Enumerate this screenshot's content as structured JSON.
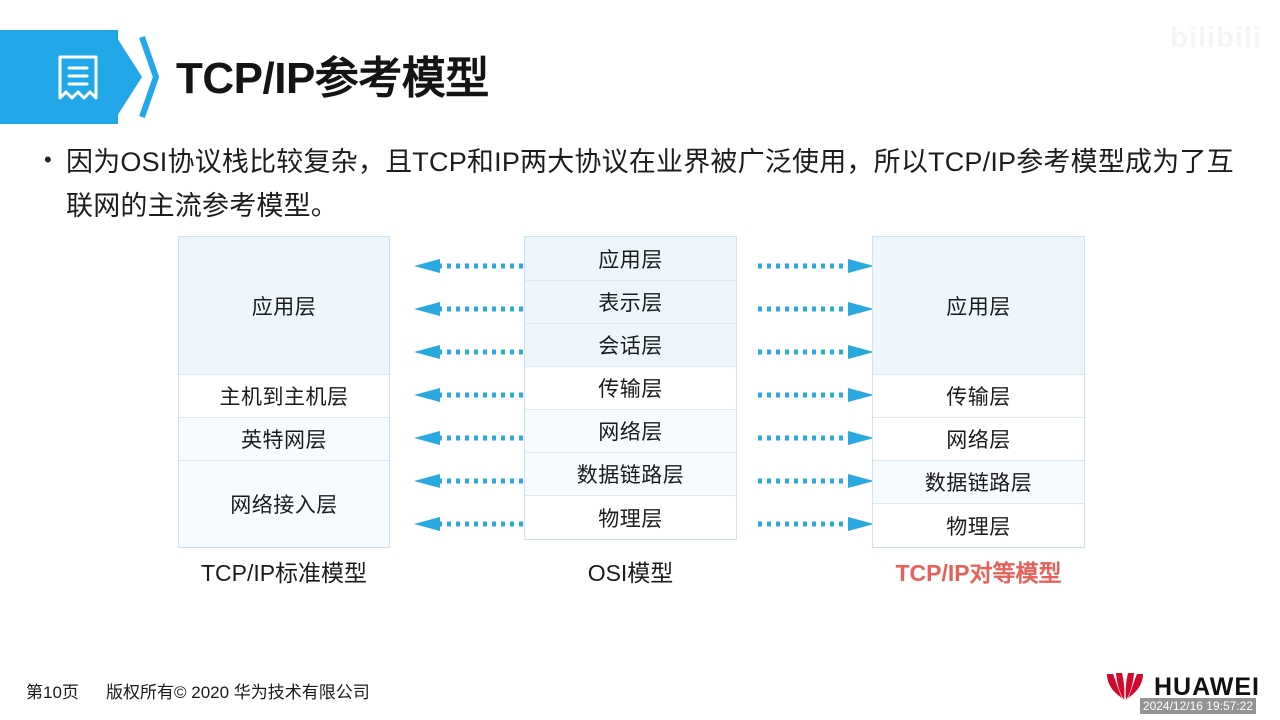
{
  "header": {
    "title": "TCP/IP参考模型",
    "icon": "document-receipt-icon",
    "watermark": "bilibili",
    "banner_color": "#22a8e8"
  },
  "body": {
    "bullet_marker": "•",
    "paragraph": "因为OSI协议栈比较复杂，且TCP和IP两大协议在业界被广泛使用，所以TCP/IP参考模型成为了互联网的主流参考模型。"
  },
  "diagram": {
    "arrow_color": "#29a9e0",
    "columns": [
      {
        "id": "tcpip-standard",
        "label": "TCP/IP标准模型",
        "label_color": "#1b1b1b",
        "layers": [
          {
            "name": "应用层",
            "height": 138,
            "tint": "tint"
          },
          {
            "name": "主机到主机层",
            "height": 43,
            "tint": ""
          },
          {
            "name": "英特网层",
            "height": 43,
            "tint": "tint3"
          },
          {
            "name": "网络接入层",
            "height": 86,
            "tint": "tint3"
          }
        ]
      },
      {
        "id": "osi",
        "label": "OSI模型",
        "label_color": "#1b1b1b",
        "layers": [
          {
            "name": "应用层",
            "height": 44,
            "tint": "tint"
          },
          {
            "name": "表示层",
            "height": 43,
            "tint": "tint"
          },
          {
            "name": "会话层",
            "height": 43,
            "tint": "tint"
          },
          {
            "name": "传输层",
            "height": 43,
            "tint": ""
          },
          {
            "name": "网络层",
            "height": 43,
            "tint": "tint3"
          },
          {
            "name": "数据链路层",
            "height": 43,
            "tint": "tint3"
          },
          {
            "name": "物理层",
            "height": 43,
            "tint": ""
          }
        ]
      },
      {
        "id": "tcpip-peer",
        "label": "TCP/IP对等模型",
        "label_color": "#e8605a",
        "layers": [
          {
            "name": "应用层",
            "height": 138,
            "tint": "tint"
          },
          {
            "name": "传输层",
            "height": 43,
            "tint": ""
          },
          {
            "name": "网络层",
            "height": 43,
            "tint": ""
          },
          {
            "name": "数据链路层",
            "height": 43,
            "tint": "tint3"
          },
          {
            "name": "物理层",
            "height": 43,
            "tint": ""
          }
        ]
      }
    ],
    "arrows_left": {
      "direction": "left",
      "count": 7,
      "tops": [
        23,
        66,
        109,
        152,
        195,
        238,
        281
      ]
    },
    "arrows_right": {
      "direction": "right",
      "count": 7,
      "tops": [
        23,
        66,
        109,
        152,
        195,
        238,
        281
      ]
    }
  },
  "footer": {
    "page_number": "第10页",
    "copyright": "版权所有© 2020 华为技术有限公司",
    "brand": "HUAWEI",
    "brand_color": "#cf0a2c",
    "timestamp": "2024/12/16 19:57:22"
  }
}
